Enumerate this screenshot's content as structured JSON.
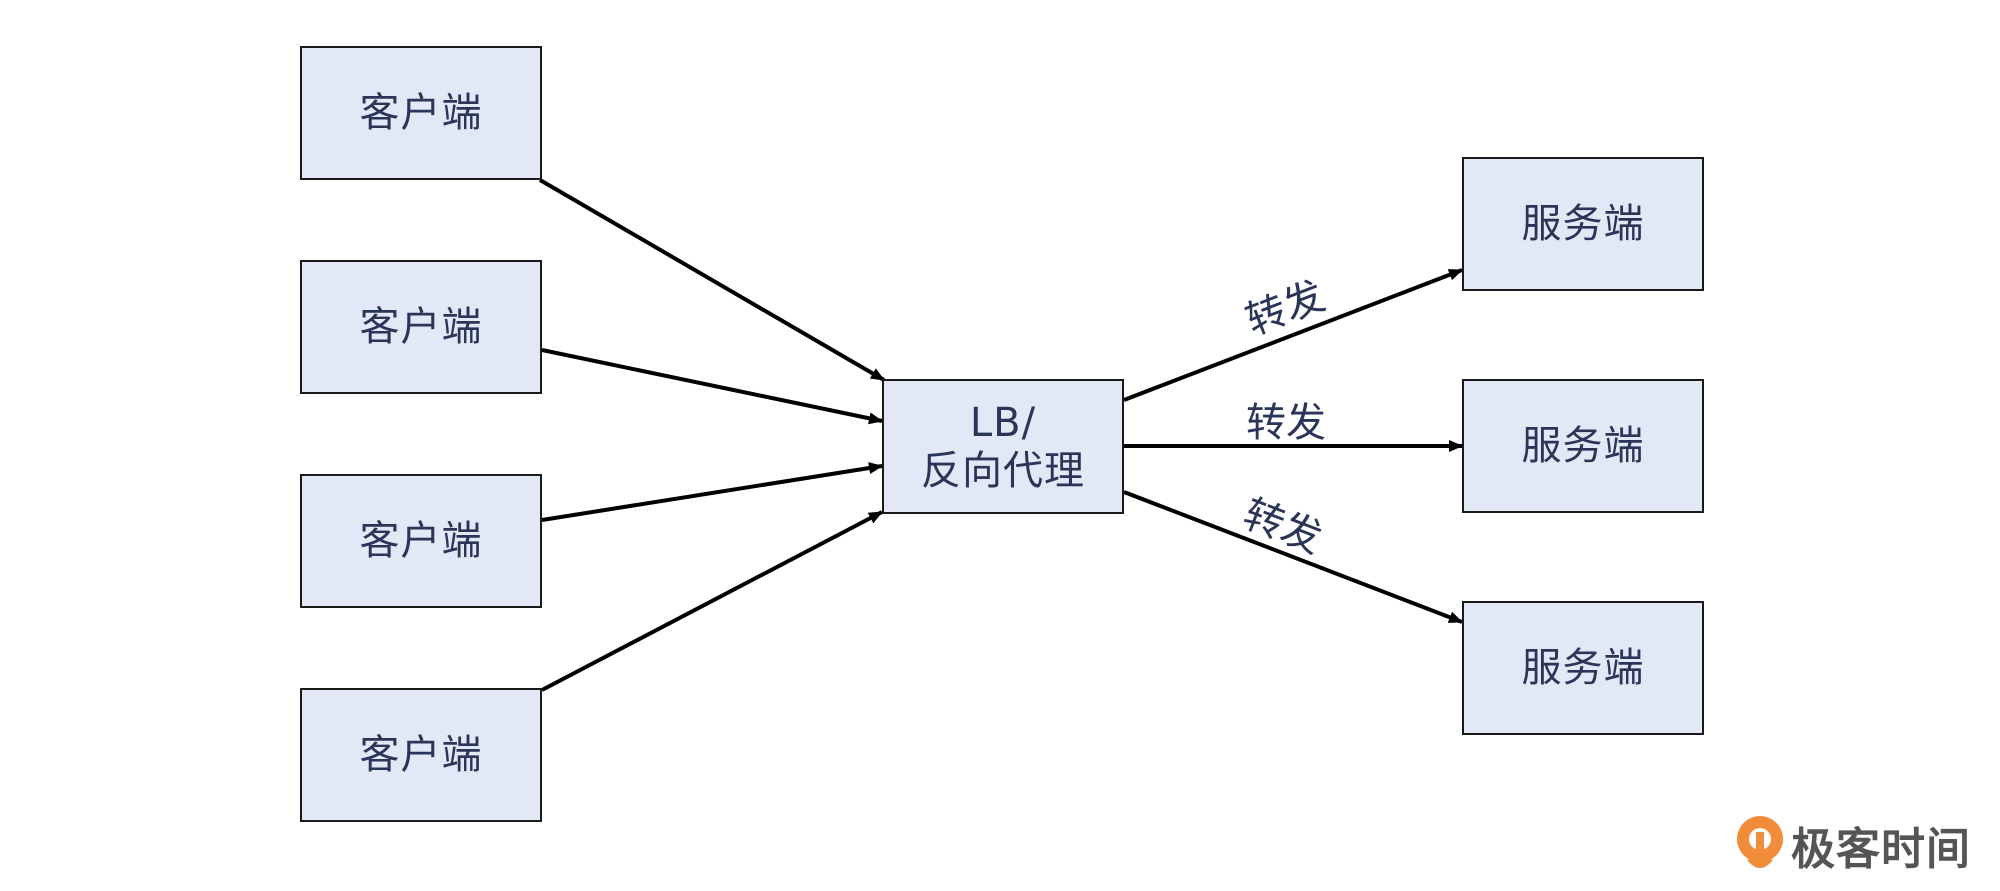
{
  "diagram": {
    "clients": [
      {
        "label": "客户端"
      },
      {
        "label": "客户端"
      },
      {
        "label": "客户端"
      },
      {
        "label": "客户端"
      }
    ],
    "proxy": {
      "line1": "LB/",
      "line2": "反向代理"
    },
    "servers": [
      {
        "label": "服务端"
      },
      {
        "label": "服务端"
      },
      {
        "label": "服务端"
      }
    ],
    "edge_labels": [
      "转发",
      "转发",
      "转发"
    ]
  },
  "brand": {
    "logo_text": "极客时间",
    "logo_color": "#f08c3a"
  },
  "colors": {
    "box_fill": "#e3e8f7",
    "box_border": "#1a1a1a",
    "text": "#2a3557",
    "arrow": "#000000"
  }
}
